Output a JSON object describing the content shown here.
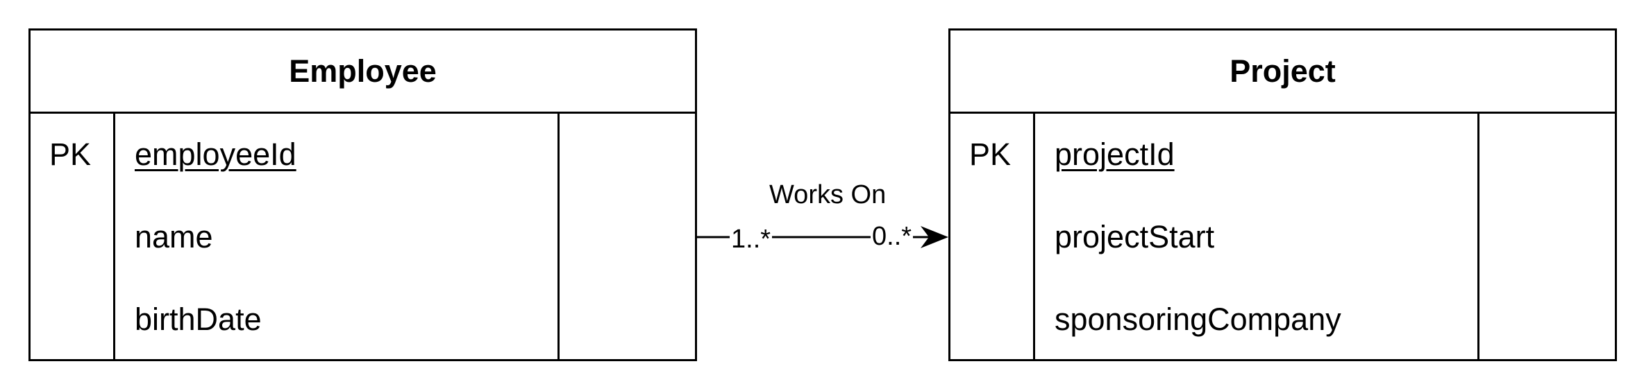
{
  "entities": [
    {
      "name": "Employee",
      "key_label": "PK",
      "attributes": [
        "employeeId",
        "name",
        "birthDate"
      ]
    },
    {
      "name": "Project",
      "key_label": "PK",
      "attributes": [
        "projectId",
        "projectStart",
        "sponsoringCompany"
      ]
    }
  ],
  "relationship": {
    "label": "Works On",
    "source_cardinality": "1..*",
    "target_cardinality": "0..*"
  }
}
